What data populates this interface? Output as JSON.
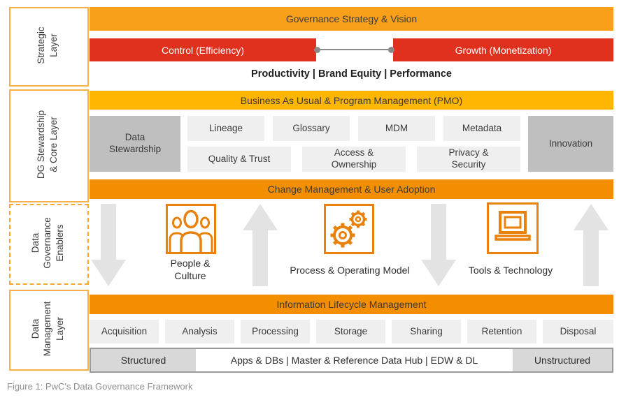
{
  "colors": {
    "orange_bar": "#F28E00",
    "orange_top_bar": "#F9A01B",
    "amber_bar": "#FFB600",
    "red_bar": "#E0301E",
    "icon_orange": "#E8820C",
    "gray_box_dark": "#BFBFBF",
    "gray_box_light": "#EFEFEF",
    "gray_cell": "#D8D8D8",
    "arrow_gray": "#E3E3E3",
    "dark_text": "#3b3b3b"
  },
  "layers": {
    "strategic": "Strategic\nLayer",
    "stewardship": "DG Stewardship\n& Core Layer",
    "enablers": "Data\nGovernance\nEnablers",
    "data_management": "Data\nManagement\nLayer"
  },
  "strategic": {
    "vision_bar": "Governance Strategy & Vision",
    "control_bar": "Control (Efficiency)",
    "growth_bar": "Growth (Monetization)",
    "tagline": "Productivity  |  Brand Equity  |  Performance"
  },
  "stewardship": {
    "pmo_bar": "Business As Usual & Program Management (PMO)",
    "data_stewardship": "Data\nStewardship",
    "row1": [
      "Lineage",
      "Glossary",
      "MDM",
      "Metadata"
    ],
    "row2": [
      "Quality & Trust",
      "Access &\nOwnership",
      "Privacy &\nSecurity"
    ],
    "innovation": "Innovation",
    "change_bar": "Change Management & User Adoption"
  },
  "enablers": {
    "items": [
      {
        "icon": "people-icon",
        "label": "People &\nCulture"
      },
      {
        "icon": "gears-icon",
        "label": "Process & Operating Model"
      },
      {
        "icon": "laptop-icon",
        "label": "Tools & Technology"
      }
    ],
    "arrow_directions": [
      "down",
      "up",
      "down",
      "up"
    ]
  },
  "data_management": {
    "ilm_bar": "Information Lifecycle Management",
    "lifecycle": [
      "Acquisition",
      "Analysis",
      "Processing",
      "Storage",
      "Sharing",
      "Retention",
      "Disposal"
    ],
    "structured": "Structured",
    "hub": "Apps & DBs  |  Master & Reference Data Hub  |  EDW & DL",
    "unstructured": "Unstructured"
  },
  "caption": "Figure 1: PwC's Data Governance Framework"
}
